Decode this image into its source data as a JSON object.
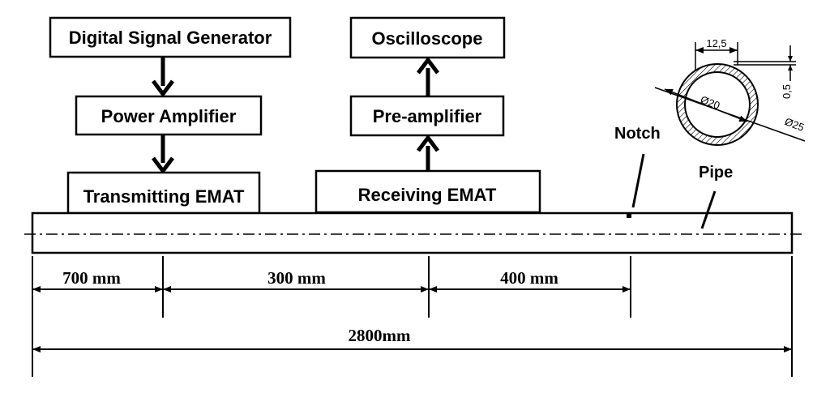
{
  "blocks": {
    "signal_generator": "Digital Signal Generator",
    "power_amplifier": "Power Amplifier",
    "transmitting_emat": "Transmitting EMAT",
    "oscilloscope": "Oscilloscope",
    "pre_amplifier": "Pre-amplifier",
    "receiving_emat": "Receiving EMAT"
  },
  "labels": {
    "notch": "Notch",
    "pipe": "Pipe"
  },
  "dimensions": {
    "seg1": "700 mm",
    "seg2": "300 mm",
    "seg3": "400 mm",
    "total": "2800mm"
  },
  "cross_section": {
    "width": "12,5",
    "thickness": "0,5",
    "inner_dia": "Ø20",
    "outer_dia": "Ø25"
  }
}
